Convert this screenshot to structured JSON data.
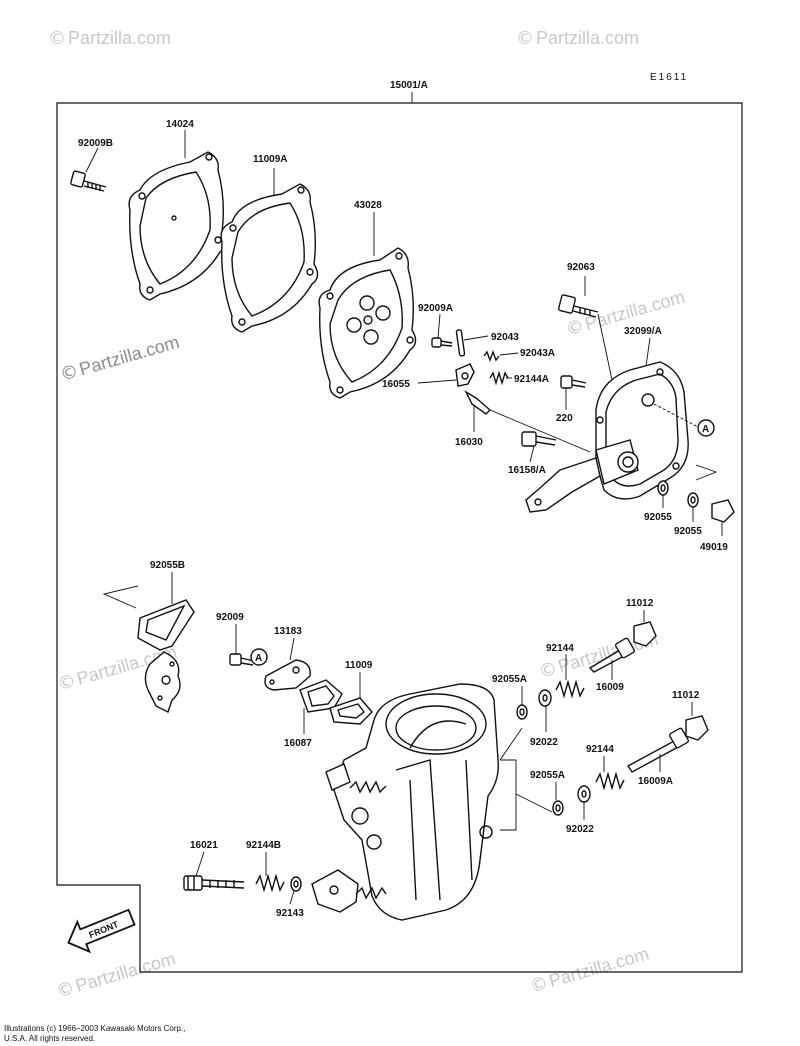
{
  "diagram": {
    "assembly_label": "15001/A",
    "diagram_code": "E1611",
    "watermark": "Partzilla.com",
    "watermark_symbol": "©",
    "front_label": "FRONT",
    "callout_a": "A",
    "labels": {
      "p14024": "14024",
      "p92009B": "92009B",
      "p11009A": "11009A",
      "p43028": "43028",
      "p92063": "92063",
      "p92009A": "92009A",
      "p92043": "92043",
      "p92043A": "92043A",
      "p32099A": "32099/A",
      "p16055": "16055",
      "p92144A": "92144A",
      "p220": "220",
      "p16030": "16030",
      "p16158A": "16158/A",
      "p92055_1": "92055",
      "p92055_2": "92055",
      "p49019": "49019",
      "p92055B": "92055B",
      "p92009": "92009",
      "p13183": "13183",
      "p11009": "11009",
      "p11012_1": "11012",
      "p92144_1": "92144",
      "p92055A_1": "92055A",
      "p16009": "16009",
      "p16087": "16087",
      "p92022_1": "92022",
      "p11012_2": "11012",
      "p92144_2": "92144",
      "p92055A_2": "92055A",
      "p16009A": "16009A",
      "p92022_2": "92022",
      "p16021": "16021",
      "p92144B": "92144B",
      "p92143": "92143"
    }
  },
  "copyright": {
    "line1": "Illustrations (c) 1966–2003 Kawasaki Motors Corp.,",
    "line2": "U.S.A. All rights reserved."
  }
}
